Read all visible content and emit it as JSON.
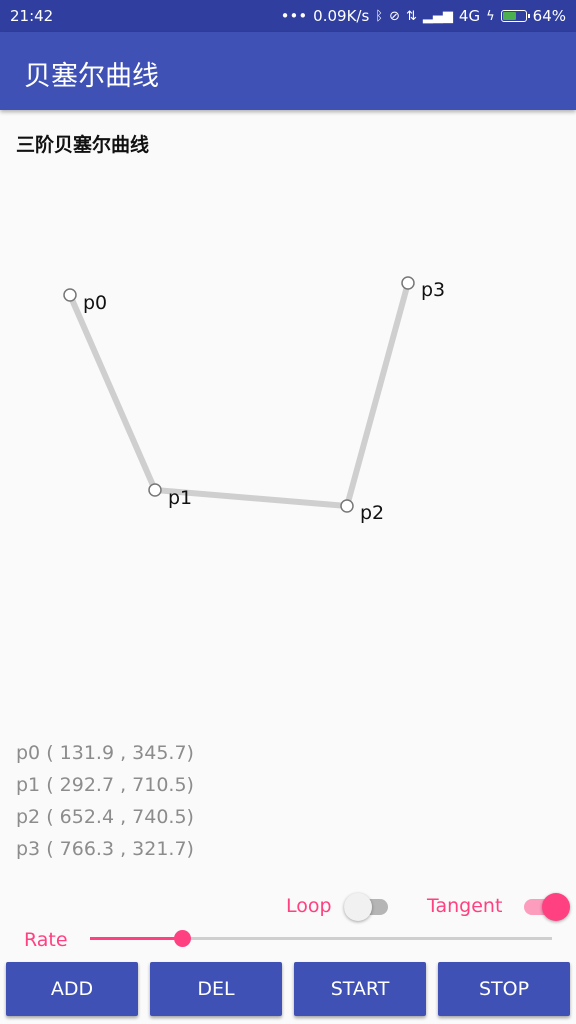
{
  "status_bar": {
    "time": "21:42",
    "dots": "•••",
    "network_speed": "0.09K/s",
    "network_type": "4G",
    "battery": "64%",
    "battery_level": 0.64,
    "battery_color": "#4caf50"
  },
  "app_bar": {
    "title": "贝塞尔曲线",
    "color": "#3f51b5"
  },
  "subtitle": "三阶贝塞尔曲线",
  "points": [
    {
      "label": "p0",
      "coord_text": "p0 ( 131.9 , 345.7)"
    },
    {
      "label": "p1",
      "coord_text": "p1 ( 292.7 , 710.5)"
    },
    {
      "label": "p2",
      "coord_text": "p2 ( 652.4 , 740.5)"
    },
    {
      "label": "p3",
      "coord_text": "p3 ( 766.3 , 321.7)"
    }
  ],
  "controls": {
    "loop_label": "Loop",
    "loop_on": false,
    "tangent_label": "Tangent",
    "tangent_on": true,
    "rate_label": "Rate",
    "rate_value": 0.2,
    "accent_color": "#ff4081"
  },
  "buttons": {
    "add": "ADD",
    "del": "DEL",
    "start": "START",
    "stop": "STOP"
  }
}
